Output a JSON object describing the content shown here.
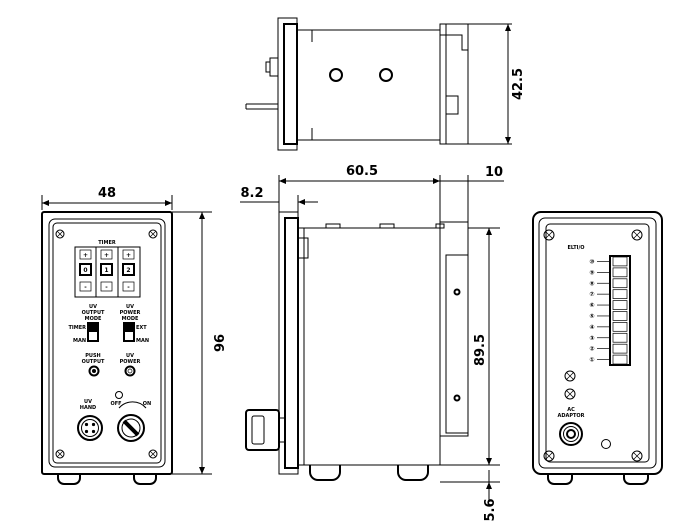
{
  "dimensions": {
    "top_height": "42.5",
    "side_depth": "60.5",
    "side_extension": "10",
    "side_offset": "8.2",
    "side_height": "89.5",
    "side_foot": "5.6",
    "front_width": "48",
    "front_height": "96"
  },
  "front_panel": {
    "timer_label": "TIMER",
    "digit_top": [
      "+",
      "+",
      "+"
    ],
    "digit_values": [
      "0",
      "1",
      "2"
    ],
    "digit_bottom": [
      "-",
      "-",
      "-"
    ],
    "uv_output_mode": [
      "UV",
      "OUTPUT",
      "MODE"
    ],
    "uv_power_mode": [
      "UV",
      "POWER",
      "MODE"
    ],
    "timer_switch": "TIMER",
    "man_left": "MAN",
    "ext_switch": "EXT",
    "man_right": "MAN",
    "push_output": [
      "PUSH",
      "OUTPUT"
    ],
    "uv_power": [
      "UV",
      "POWER"
    ],
    "uv_hand": [
      "UV",
      "HAND"
    ],
    "off_label": "OFF",
    "on_label": "ON"
  },
  "back_panel": {
    "title": "ELTI/O",
    "terminal_numbers": [
      "⑩",
      "⑨",
      "⑧",
      "⑦",
      "⑥",
      "⑤",
      "④",
      "③",
      "②",
      "①"
    ],
    "ac_label": "AC",
    "adaptor_label": "ADAPTOR"
  }
}
